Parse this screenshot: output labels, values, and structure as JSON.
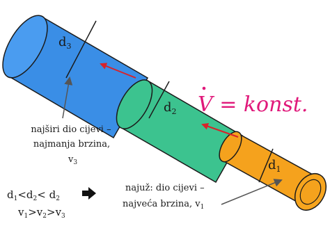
{
  "labels": {
    "d3": "d",
    "d3_sub": "3",
    "d2": "d",
    "d2_sub": "2",
    "d1": "d",
    "d1_sub": "1"
  },
  "equation": {
    "v_dot": "V",
    "rest": " = konst."
  },
  "annotations": {
    "widest_line1": "najširi dio cijevi –",
    "widest_line2": "najmanja brzina,",
    "widest_line3": "v",
    "widest_line3_sub": "3",
    "narrowest_line1": "najuž: dio cijevi –",
    "narrowest_line2": "najveća brzina, v",
    "narrowest_line2_sub": "1"
  },
  "relations": {
    "diameters": [
      "d",
      "1",
      "<d",
      "2",
      "< d",
      "2"
    ],
    "velocities": [
      "v",
      "1",
      ">v",
      "2",
      ">v",
      "3"
    ]
  },
  "colors": {
    "pipe3": "#3a8ee6",
    "pipe2": "#3cc38f",
    "pipe1": "#f5a21d",
    "flow_arrow": "#d8232a",
    "equation": "#e0187a"
  }
}
